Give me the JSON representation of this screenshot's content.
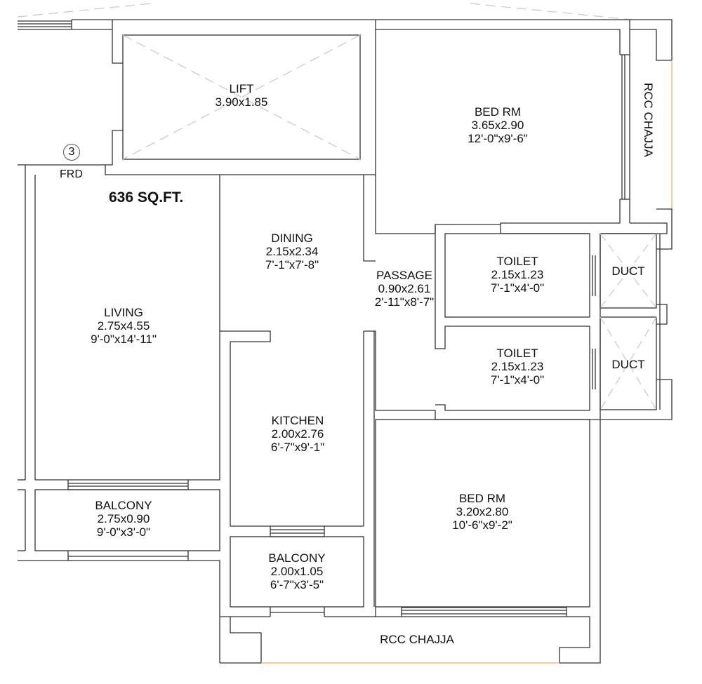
{
  "plan": {
    "total_area": "636 SQ.FT.",
    "marker": {
      "number": "3",
      "label": "FRD"
    },
    "rooms": {
      "lift": {
        "name": "LIFT",
        "metric": "3.90x1.85"
      },
      "bed1": {
        "name": "BED RM",
        "metric": "3.65x2.90",
        "imperial": "12'-0\"x9'-6\""
      },
      "dining": {
        "name": "DINING",
        "metric": "2.15x2.34",
        "imperial": "7'-1\"x7'-8\""
      },
      "passage": {
        "name": "PASSAGE",
        "metric": "0.90x2.61",
        "imperial": "2'-11\"x8'-7\""
      },
      "toilet1": {
        "name": "TOILET",
        "metric": "2.15x1.23",
        "imperial": "7'-1\"x4'-0\""
      },
      "toilet2": {
        "name": "TOILET",
        "metric": "2.15x1.23",
        "imperial": "7'-1\"x4'-0\""
      },
      "duct1": {
        "name": "DUCT"
      },
      "duct2": {
        "name": "DUCT"
      },
      "living": {
        "name": "LIVING",
        "metric": "2.75x4.55",
        "imperial": "9'-0\"x14'-11\""
      },
      "kitchen": {
        "name": "KITCHEN",
        "metric": "2.00x2.76",
        "imperial": "6'-7\"x9'-1\""
      },
      "balcony1": {
        "name": "BALCONY",
        "metric": "2.75x0.90",
        "imperial": "9'-0\"x3'-0\""
      },
      "balcony2": {
        "name": "BALCONY",
        "metric": "2.00x1.05",
        "imperial": "6'-7\"x3'-5\""
      },
      "bed2": {
        "name": "BED RM",
        "metric": "3.20x2.80",
        "imperial": "10'-6\"x9'-2\""
      },
      "chajja_right": {
        "name": "RCC CHAJJA"
      },
      "chajja_bottom": {
        "name": "RCC CHAJJA"
      }
    },
    "colors": {
      "wall": "#333333",
      "guide": "#bbbbbb",
      "chajja_edge": "#f0b060"
    }
  }
}
